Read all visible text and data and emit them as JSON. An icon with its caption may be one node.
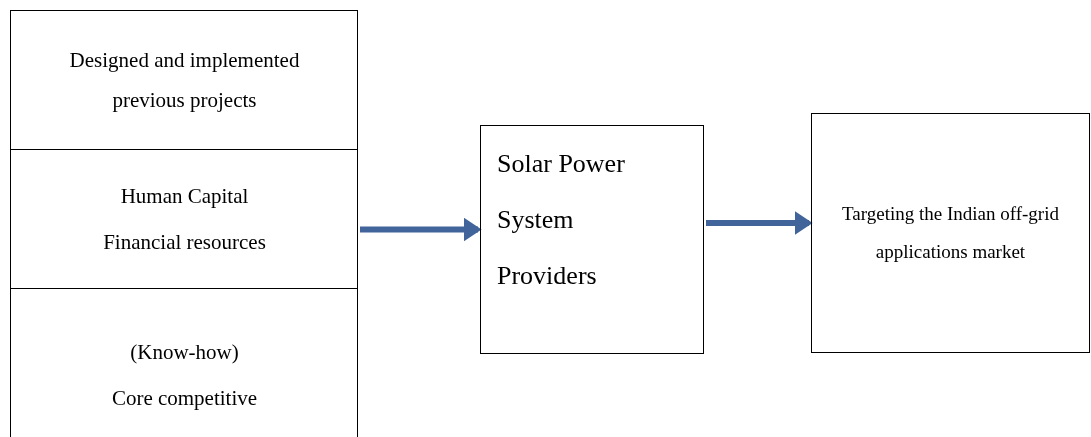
{
  "diagram": {
    "nodes": [
      {
        "text": [],
        "shape": "box"
      },
      {
        "text": [
          "Designed and implemented previous projects"
        ],
        "in": 0
      },
      {
        "text": [
          "Human Capital",
          "Financial resources"
        ],
        "in": 0
      },
      {
        "text": [
          "(Know-how)",
          "Core competitive"
        ],
        "in": 0
      },
      {
        "text": [
          "Solar Power System Providers"
        ]
      },
      {
        "text": [
          "Targeting the Indian off-grid applications market"
        ]
      }
    ],
    "edges": [
      {
        "from": 0,
        "to": 4,
        "arrow": "to"
      },
      {
        "from": 4,
        "to": 5,
        "arrow": "to"
      }
    ]
  }
}
